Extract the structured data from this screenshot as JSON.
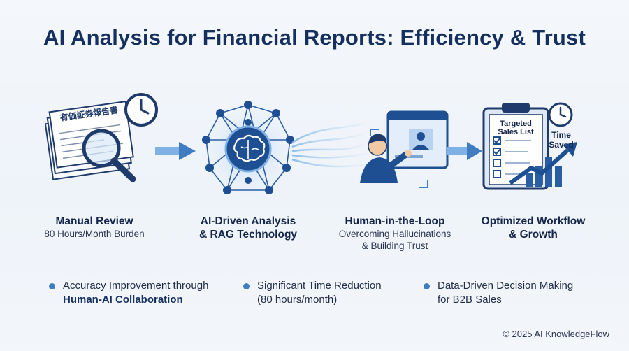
{
  "title": "AI Analysis for Financial Reports: Efficiency & Trust",
  "colors": {
    "primary": "#1e4f93",
    "accent": "#3f7cc2",
    "light": "#dfe9f6"
  },
  "stages": [
    {
      "heading": "Manual Review",
      "heading2": "",
      "sub": "80 Hours/Month Burden",
      "sub2": "",
      "icon": "document-magnifier-icon"
    },
    {
      "heading": "AI-Driven Analysis",
      "heading2": "& RAG Technology",
      "sub": "",
      "sub2": "",
      "icon": "brain-network-icon"
    },
    {
      "heading": "Human-in-the-Loop",
      "heading2": "",
      "sub": "Overcoming Hallucinations",
      "sub2": "& Building Trust",
      "icon": "person-screen-icon"
    },
    {
      "heading": "Optimized Workflow",
      "heading2": "& Growth",
      "sub": "",
      "sub2": "",
      "icon": "clipboard-growth-icon"
    }
  ],
  "doc_label": "有価証券報告書",
  "clipboard": {
    "line1": "Targeted",
    "line2": "Sales List"
  },
  "time_saved": {
    "line1": "Time",
    "line2": "Saved"
  },
  "bullets": [
    {
      "text": "Accuracy Improvement through",
      "bold": "Human-AI Collaboration"
    },
    {
      "text": "Significant Time Reduction",
      "bold": "",
      "text2": "(80 hours/month)"
    },
    {
      "text": "Data-Driven Decision Making",
      "bold": "",
      "text2": "for B2B Sales"
    }
  ],
  "footer": "© 2025 AI KnowledgeFlow"
}
